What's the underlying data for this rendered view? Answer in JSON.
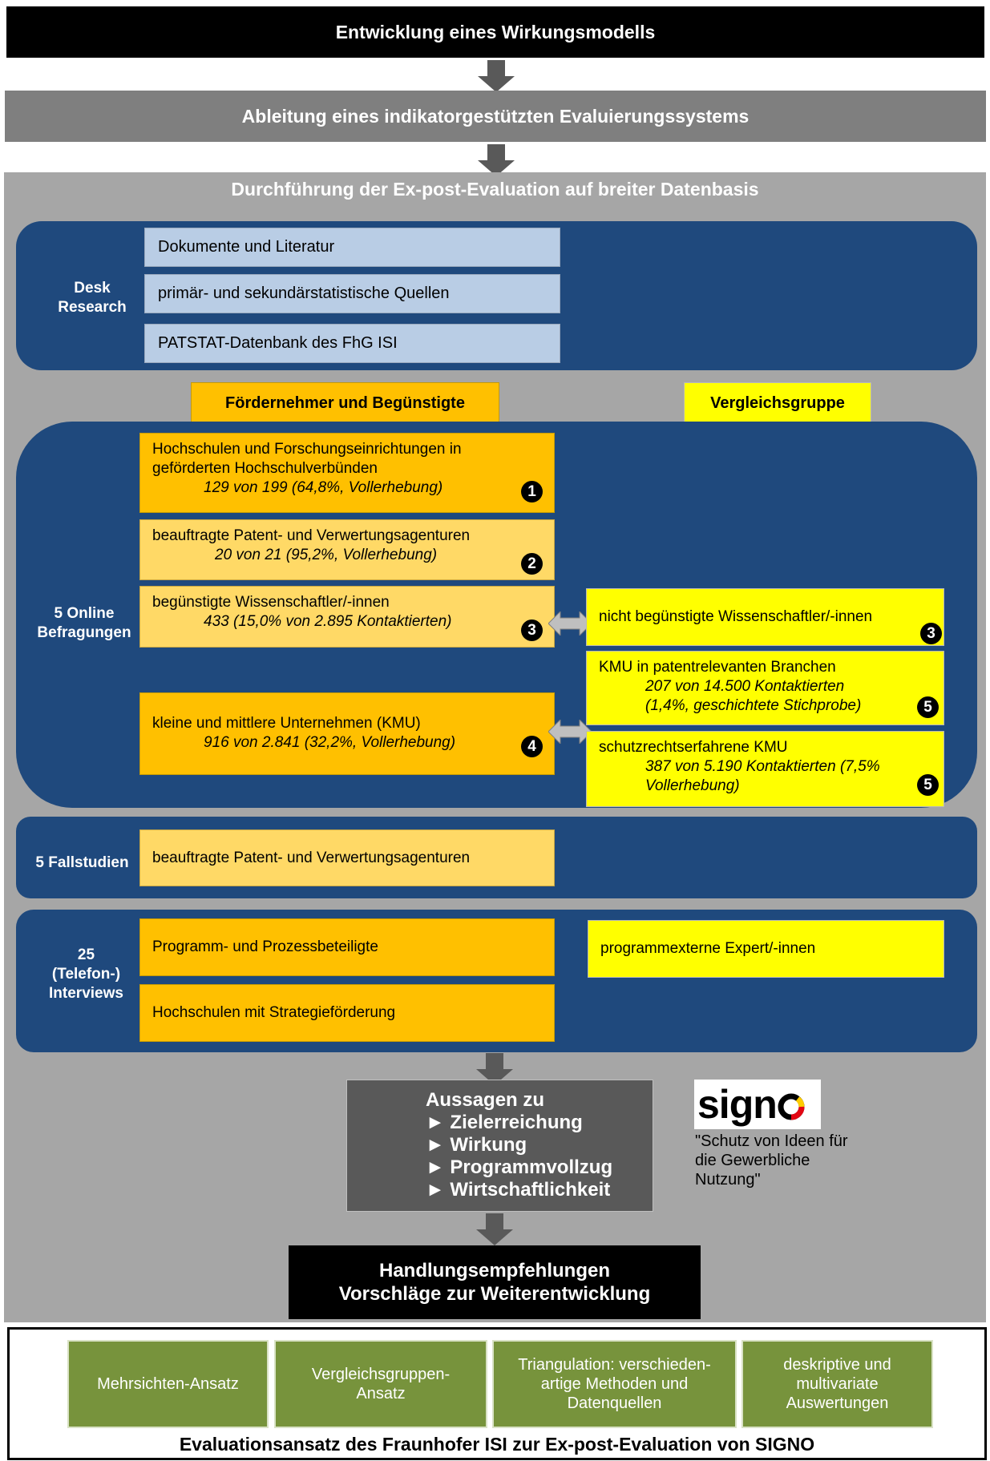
{
  "step1_title": "Entwicklung eines Wirkungsmodells",
  "step2_title": "Ableitung  eines indikatorgestützten Evaluierungssystems",
  "step3_title": "Durchführung der Ex-post-Evaluation auf breiter Datenbasis",
  "desk": {
    "label": "Desk\nResearch",
    "items": [
      "Dokumente und Literatur",
      "primär- und sekundärstatistische Quellen",
      "PATSTAT-Datenbank  des FhG ISI"
    ]
  },
  "col_left_header": "Fördernehmer und Begünstigte",
  "col_right_header": "Vergleichsgruppe",
  "online": {
    "label": "5 Online\nBefragungen",
    "left": [
      {
        "line1": "Hochschulen und Forschungseinrichtungen in geförderten Hochschulverbünden",
        "line2": "129 von 199 (64,8%,  Vollerhebung)",
        "num": "1"
      },
      {
        "line1": "beauftragte Patent- und Verwertungsagenturen",
        "line2": "20 von 21 (95,2%,  Vollerhebung)",
        "num": "2"
      },
      {
        "line1": "begünstigte Wissenschaftler/-innen",
        "line2": "433 (15,0%  von 2.895  Kontaktierten)",
        "num": "3"
      },
      {
        "line1": "kleine und mittlere Unternehmen  (KMU)",
        "line2": "916 von 2.841 (32,2%,  Vollerhebung)",
        "num": "4"
      }
    ],
    "right": [
      {
        "line1": "nicht begünstigte Wissenschaftler/-innen",
        "num": "3"
      },
      {
        "line1": "KMU in patentrelevanten  Branchen",
        "line2": "207 von 14.500  Kontaktierten",
        "line3": "(1,4%, geschichtete Stichprobe)",
        "num": "5"
      },
      {
        "line1": "schutzrechtserfahrene KMU",
        "line2": "387 von 5.190 Kontaktierten (7,5%",
        "line3": "Vollerhebung)",
        "num": "5"
      }
    ]
  },
  "case": {
    "label": "5 Fallstudien",
    "item": "beauftragte Patent- und Verwertungsagenturen"
  },
  "interviews": {
    "label": "25\n(Telefon-)\nInterviews",
    "left": [
      "Programm- und Prozessbeteiligte",
      "Hochschulen mit Strategieförderung"
    ],
    "right": "programmexterne Expert/-innen"
  },
  "results": {
    "title": "Aussagen zu",
    "items": [
      "► Zielerreichung",
      "► Wirkung",
      "► Programmvollzug",
      "► Wirtschaftlichkeit"
    ]
  },
  "signo": {
    "logo": "sign",
    "quote": "\"Schutz von Ideen für\ndie Gewerbliche\nNutzung\""
  },
  "recommend": {
    "line1": "Handlungsempfehlungen",
    "line2": "Vorschläge zur Weiterentwicklung"
  },
  "approaches": [
    "Mehrsichten-Ansatz",
    "Vergleichsgruppen-\nAnsatz",
    "Triangulation: verschieden-\nartige Methoden und\nDatenquellen",
    "deskriptive und\nmultivariate\nAuswertungen"
  ],
  "footer": "Evaluationsansatz des Fraunhofer ISI zur Ex-post-Evaluation von SIGNO"
}
